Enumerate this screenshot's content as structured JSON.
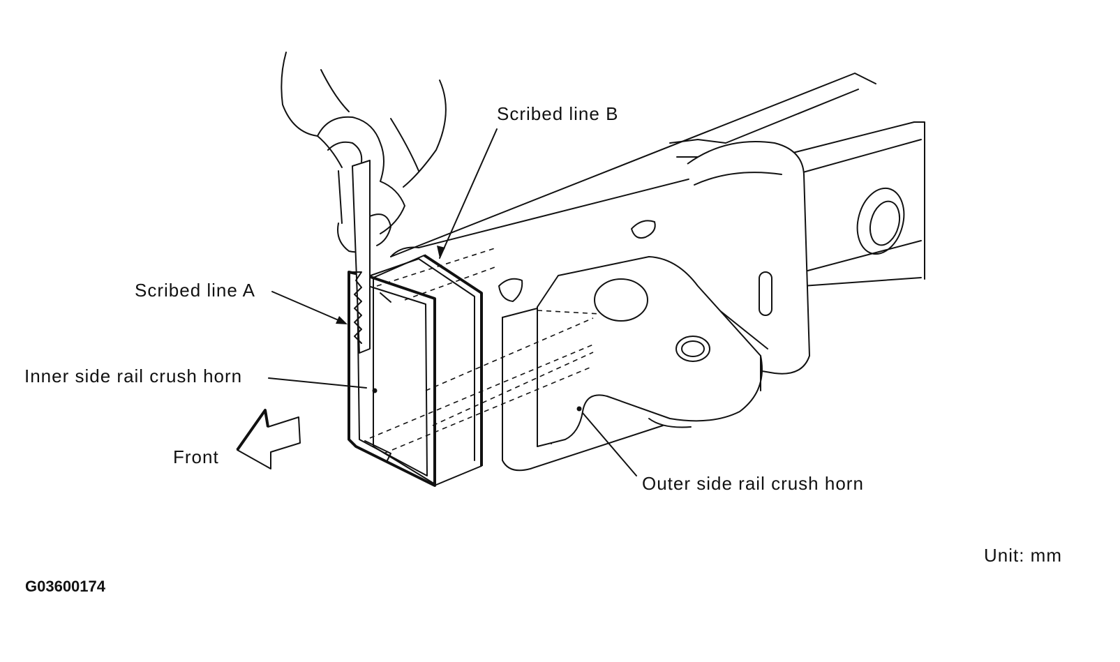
{
  "labels": {
    "scribed_b": "Scribed line B",
    "scribed_a": "Scribed line A",
    "inner_horn": "Inner side rail crush horn",
    "front": "Front",
    "outer_horn": "Outer side rail crush horn",
    "unit": "Unit: mm",
    "figure_code": "G03600174"
  }
}
